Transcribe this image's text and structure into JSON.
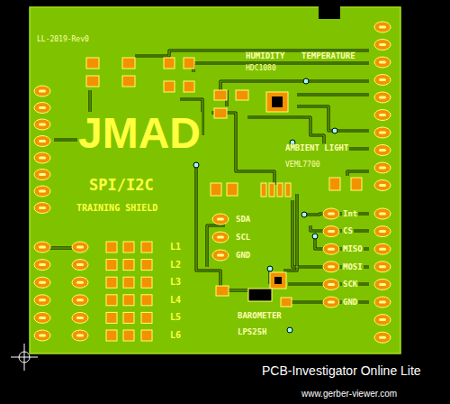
{
  "diagram": {
    "labels": [
      "LL-2019-Rev0",
      "HUMIDITY",
      "TEMPERATURE",
      "HDC1080",
      "JMAD",
      "AMBIENT LIGHT",
      "VEML7700",
      "SPI/I2C",
      "TRAINING SHIELD",
      "SDA",
      "SCL",
      "GND",
      "Int",
      "CS",
      "MISO",
      "MOSI",
      "SCK",
      "GND",
      "L1",
      "L2",
      "L3",
      "L4",
      "L5",
      "L6",
      "BAROMETER",
      "LPS25H",
      "PCB-Investigator Online Lite",
      "www.gerber-viewer.com"
    ]
  }
}
